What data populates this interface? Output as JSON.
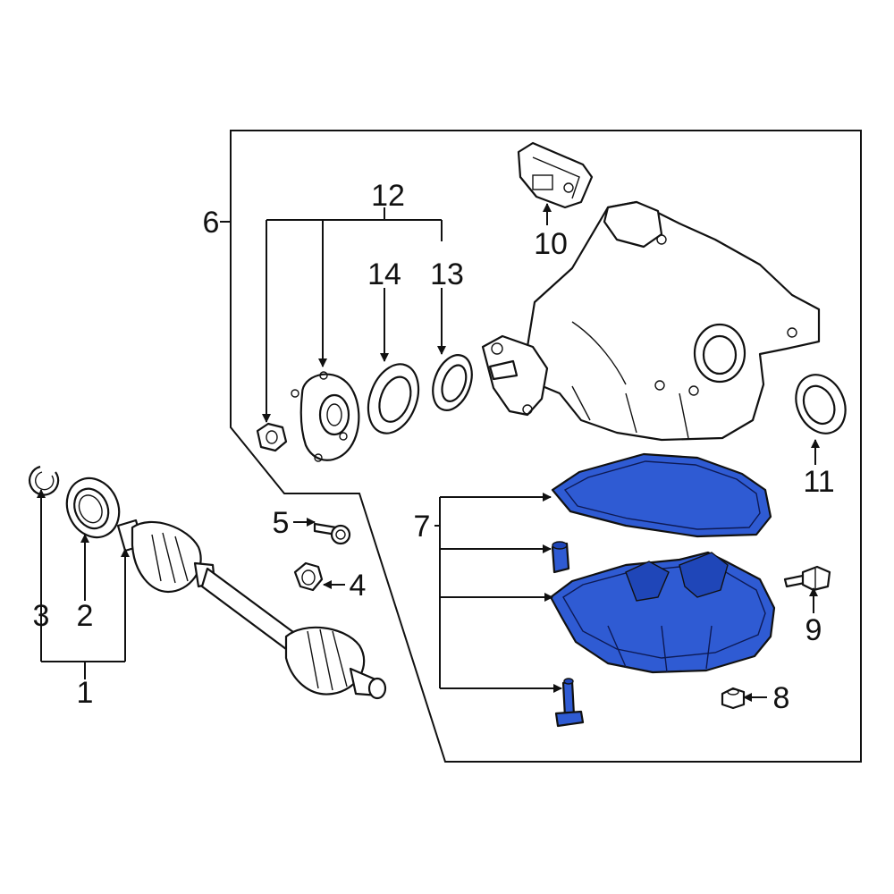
{
  "diagram": {
    "highlight_color": "#2f5bd3",
    "outline_color": "#111111",
    "callouts": {
      "c1": "1",
      "c2": "2",
      "c3": "3",
      "c4": "4",
      "c5": "5",
      "c6": "6",
      "c7": "7",
      "c8": "8",
      "c9": "9",
      "c10": "10",
      "c11": "11",
      "c12": "12",
      "c13": "13",
      "c14": "14"
    }
  }
}
